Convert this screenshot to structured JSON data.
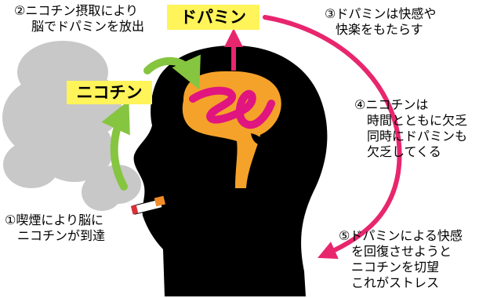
{
  "labels": {
    "dopamine": "ドパミン",
    "nicotine": "ニコチン"
  },
  "steps": [
    {
      "lines": [
        "①喫煙により脳に",
        "ニコチンが到達"
      ]
    },
    {
      "lines": [
        "②ニコチン摂取により",
        "脳でドパミンを放出"
      ]
    },
    {
      "lines": [
        "③ドパミンは快感や",
        "快楽をもたらす"
      ]
    },
    {
      "lines": [
        "④ニコチンは",
        "時間とともに欠乏",
        "同時にドパミンも",
        "欠乏してくる"
      ]
    },
    {
      "lines": [
        "⑤ドパミンによる快感",
        "を回復させようと",
        "ニコチンを切望",
        "これがストレス"
      ]
    }
  ],
  "colors": {
    "label_bg": "#fff45a",
    "magenta_arrow": "#e8266e",
    "green_arrow": "#86c540",
    "brain": "#f5a22a",
    "brain_swirl": "#e0157f",
    "smoke": "#c8c8c8",
    "head": "#000000"
  }
}
